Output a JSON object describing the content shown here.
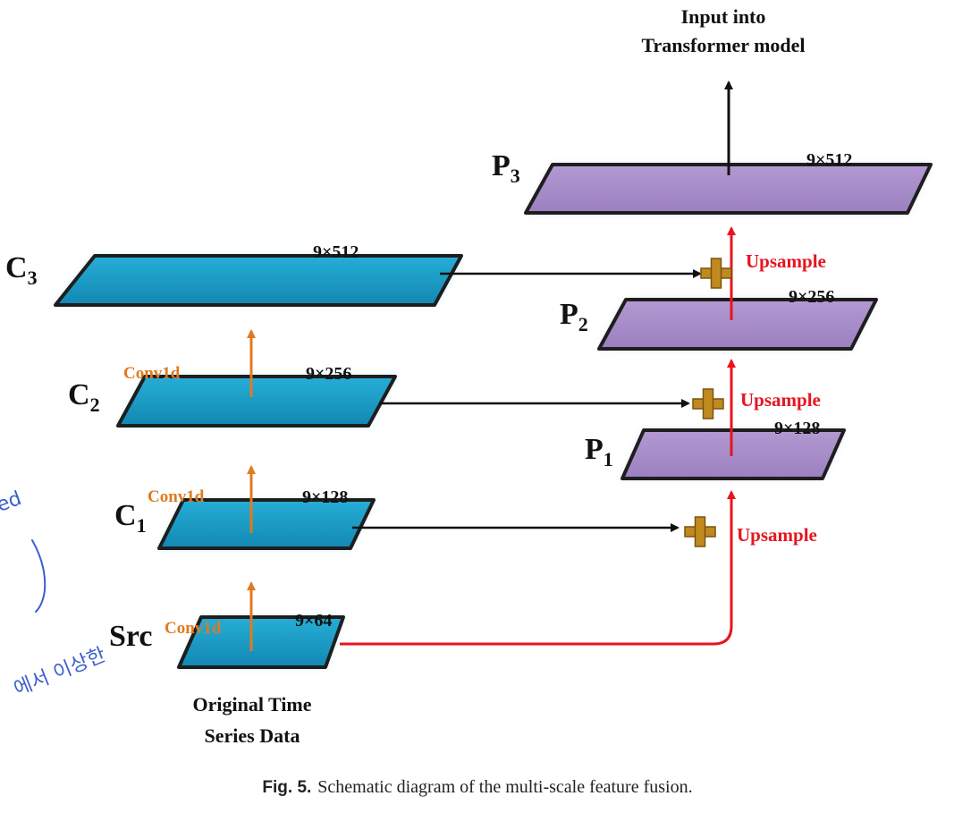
{
  "colors": {
    "blue_fill": "#1a9cc4",
    "purple_fill": "#a98cc8",
    "conv_orange": "#e07a1f",
    "upsample_red": "#e8141e",
    "plus_gold": "#c08a1e",
    "handwriting_blue": "#3a5fcf"
  },
  "output": {
    "line1": "Input into",
    "line2": "Transformer model"
  },
  "input_caption": {
    "line1": "Original Time",
    "line2": "Series Data"
  },
  "left_blocks": {
    "src": {
      "label": "Src",
      "dims": "9×64"
    },
    "c1": {
      "base": "C",
      "sub": "1",
      "dims": "9×128",
      "conv": "Conv1d"
    },
    "c2": {
      "base": "C",
      "sub": "2",
      "dims": "9×256",
      "conv": "Conv1d"
    },
    "c3": {
      "base": "C",
      "sub": "3",
      "dims": "9×512"
    },
    "src_conv": "Conv1d"
  },
  "right_blocks": {
    "p1": {
      "base": "P",
      "sub": "1",
      "dims": "9×128"
    },
    "p2": {
      "base": "P",
      "sub": "2",
      "dims": "9×256"
    },
    "p3": {
      "base": "P",
      "sub": "3",
      "dims": "9×512"
    }
  },
  "upsample_label": "Upsample",
  "plus_icon": "plus-icon",
  "handwriting": {
    "top": "ed",
    "bottom": "에서 이상한"
  },
  "caption": {
    "prefix": "Fig. 5.",
    "text": "Schematic diagram of the multi-scale feature fusion."
  }
}
